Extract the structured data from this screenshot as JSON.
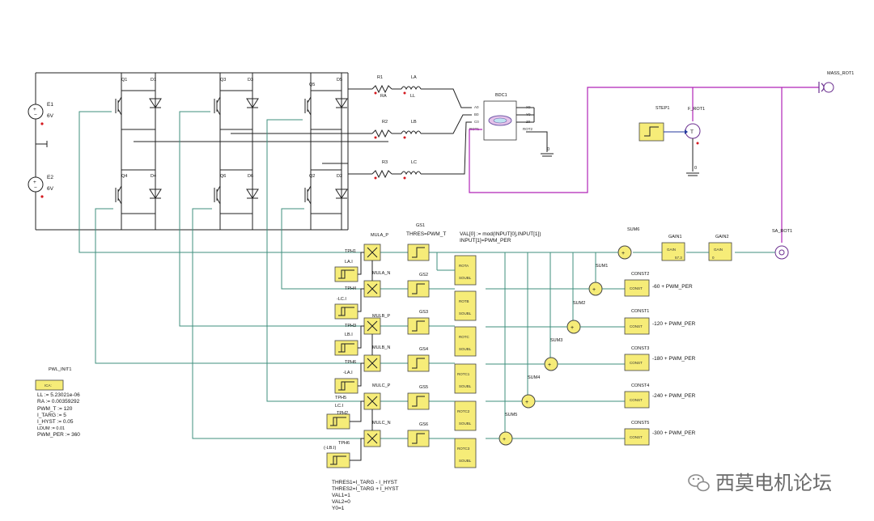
{
  "sources": {
    "e1": "E1",
    "e1_v": "6V",
    "e2": "E2",
    "e2_v": "6V"
  },
  "igbt": {
    "q1": "Q1",
    "d1": "D1",
    "q3": "Q3",
    "d3": "D3",
    "q5": "Q5",
    "d5": "D5",
    "q4": "Q4",
    "d4": "D4",
    "q6": "Q6",
    "d6": "D6",
    "q2": "Q2",
    "d2": "D2"
  },
  "load": {
    "r1": "R1",
    "ra": "RA",
    "la": "LA",
    "ll": "LL",
    "r2": "R2",
    "lb": "LB",
    "r3": "R3",
    "lc": "LC"
  },
  "motor": {
    "name": "BDC1",
    "a0": "A0",
    "b0": "B0",
    "c0": "C0",
    "rot1": "ROT1",
    "x0": "X0",
    "y0": "Y0",
    "z0": "Z0",
    "rot2": "ROT2"
  },
  "mech": {
    "mass": "MASS_ROT1",
    "step": "STEP1",
    "f_rot": "F_ROT1",
    "sum6": "SUM6",
    "gain1": "GAIN1",
    "gain2": "GAIN2",
    "gain_txt": "GAIN",
    "gain1_val": "57.3",
    "gain2_val": "0",
    "sa_rot": "SA_ROT1",
    "zero": "0"
  },
  "control": {
    "mul": [
      "MULA_P",
      "MULA_N",
      "MULB_P",
      "MULB_N",
      "MULC_P",
      "MULC_N"
    ],
    "tph": [
      "TPH1",
      "TPH4",
      "TPH3",
      "TPH6",
      "TPH5",
      "TPH2",
      "TPH6"
    ],
    "meas": [
      "LA.I",
      "-LC.I",
      "LB.I",
      "-LA.I",
      "LC.I",
      "(-LB.I)"
    ],
    "gs": [
      "GS1",
      "GS2",
      "GS3",
      "GS4",
      "GS5",
      "GS6"
    ],
    "thres_label": "THRES=PWM_T",
    "val_line1": "VAL[0] := mod(INPUT[0],INPUT[1])",
    "val_line2": "INPUT[1]=PWM_PER",
    "rot": [
      "ROTA",
      "ROTB",
      "ROTC",
      "ROTC1",
      "ROTC2",
      "ROTC3"
    ],
    "rot_sub": "SOUBL",
    "sums": [
      "SUM1",
      "SUM2",
      "SUM3",
      "SUM4",
      "SUM5"
    ],
    "consts": [
      "CONST2",
      "CONST1",
      "CONST3",
      "CONST4",
      "CONST5"
    ],
    "const_txt": "CONST",
    "const_vals": [
      "-60 + PWM_PER",
      "-120 + PWM_PER",
      "-180 + PWM_PER",
      "-240 + PWM_PER",
      "-300 + PWM_PER"
    ]
  },
  "init": {
    "name": "PWL_INIT1",
    "box": "ICA:",
    "lines": [
      "LL := 5.23021e-06",
      "RA := 0.00359292",
      "PWM_T := 120",
      "I_TARG := 5",
      "I_HYST := 0.05",
      "LDUM := 0.01",
      "PWM_PER := 360"
    ]
  },
  "hyst": {
    "lines": [
      "THRES1=I_TARG - I_HYST",
      "THRES2=I_TARG + I_HYST",
      "VAL1=1",
      "VAL2=0",
      "Y0=1"
    ]
  },
  "watermark": "西莫电机论坛",
  "colors": {
    "wire": "#222222",
    "control_wire": "#3f8f7e",
    "mech_wire": "#b024b8",
    "block_fill": "#f6ec78",
    "pin_dot": "#d4181e"
  }
}
